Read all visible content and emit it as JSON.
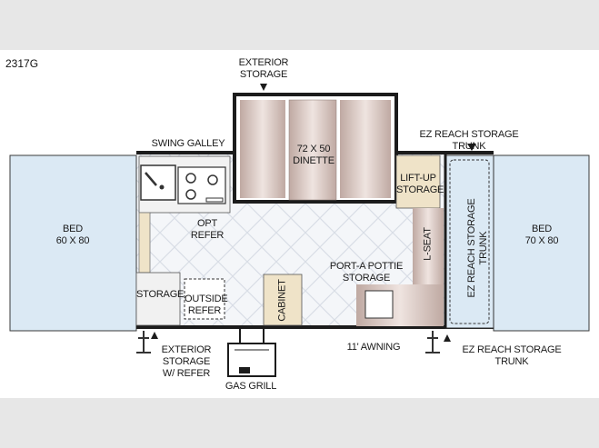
{
  "model": "2317G",
  "labels": {
    "exterior_storage": "EXTERIOR\nSTORAGE",
    "swing_galley": "SWING GALLEY",
    "dinette": "72 X 50\nDINETTE",
    "ez_trunk_top": "EZ REACH STORAGE TRUNK",
    "bed_left": "BED\n60 X 80",
    "bed_right": "BED\n70 X 80",
    "opt_refer": "OPT REFER",
    "lift_up_storage": "LIFT-UP\nSTORAGE",
    "ez_trunk_vertical": "EZ REACH STORAGE TRUNK",
    "l_seat": "L-SEAT",
    "porta_pottie": "PORT-A POTTIE\nSTORAGE",
    "storage": "STORAGE",
    "outside_refer": "OUTSIDE\nREFER",
    "cabinet": "CABINET",
    "exterior_storage_refer": "EXTERIOR\nSTORAGE\nW/ REFER",
    "awning": "11' AWNING",
    "ez_trunk_bottom": "EZ REACH STORAGE TRUNK",
    "gas_grill": "GAS GRILL"
  },
  "colors": {
    "bed_fill": "#dbe9f4",
    "floor_line": "#d8dde6",
    "cushion": "#d9c9c3",
    "cabinet": "#efe3c8",
    "wall": "#1c1c1c"
  }
}
